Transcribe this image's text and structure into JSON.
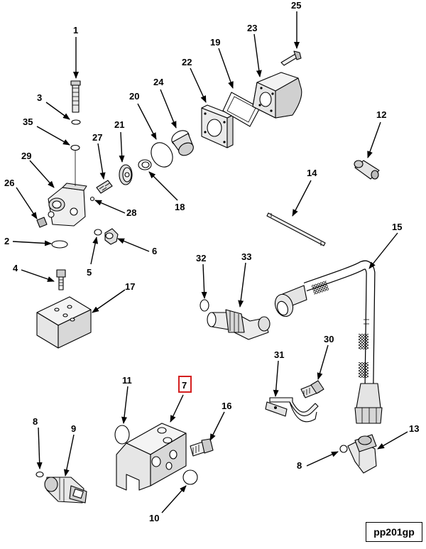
{
  "drawing": {
    "reference": "pp201gp",
    "highlight_color": "#d41f1f",
    "callouts": {
      "c1": "1",
      "c2": "2",
      "c3": "3",
      "c4": "4",
      "c5": "5",
      "c6": "6",
      "c7": "7",
      "c8a": "8",
      "c8b": "8",
      "c9": "9",
      "c10": "10",
      "c11": "11",
      "c12": "12",
      "c13": "13",
      "c14": "14",
      "c15": "15",
      "c16": "16",
      "c17": "17",
      "c18": "18",
      "c19": "19",
      "c20": "20",
      "c21": "21",
      "c22": "22",
      "c23": "23",
      "c24": "24",
      "c25": "25",
      "c26": "26",
      "c27": "27",
      "c28": "28",
      "c29": "29",
      "c30": "30",
      "c31": "31",
      "c32": "32",
      "c33": "33",
      "c35": "35"
    },
    "highlighted_callout": "7"
  }
}
